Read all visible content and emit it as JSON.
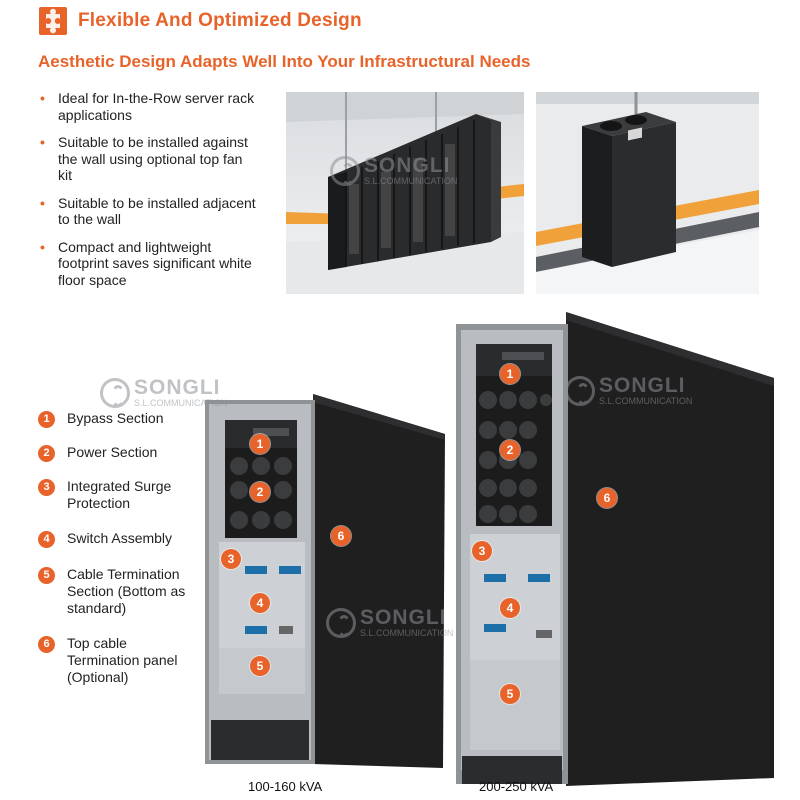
{
  "header": {
    "title": "Flexible And Optimized Design"
  },
  "subtitle": "Aesthetic Design Adapts Well Into Your Infrastructural Needs",
  "bullets": [
    "Ideal for In-the-Row server rack applications",
    "Suitable to be installed against the wall using optional top fan kit",
    "Suitable to be installed adjacent to the wall",
    "Compact and lightweight footprint saves significant white floor space"
  ],
  "bullet_marker": "•",
  "legend": [
    {
      "num": "1",
      "label": "Bypass Section"
    },
    {
      "num": "2",
      "label": "Power Section"
    },
    {
      "num": "3",
      "label": "Integrated Surge Protection"
    },
    {
      "num": "4",
      "label": "Switch Assembly"
    },
    {
      "num": "5",
      "label": "Cable Termination Section (Bottom as standard)"
    },
    {
      "num": "6",
      "label": "Top cable Termination panel (Optional)"
    }
  ],
  "captions": {
    "small": "100-160 kVA",
    "large": "200-250 kVA"
  },
  "watermark": {
    "brand": "SONGLI",
    "sub": "S.L.COMMUNICATION"
  },
  "colors": {
    "accent": "#e8632a",
    "cabinet": "#1e1e1e",
    "panel": "#c7ccd1"
  }
}
